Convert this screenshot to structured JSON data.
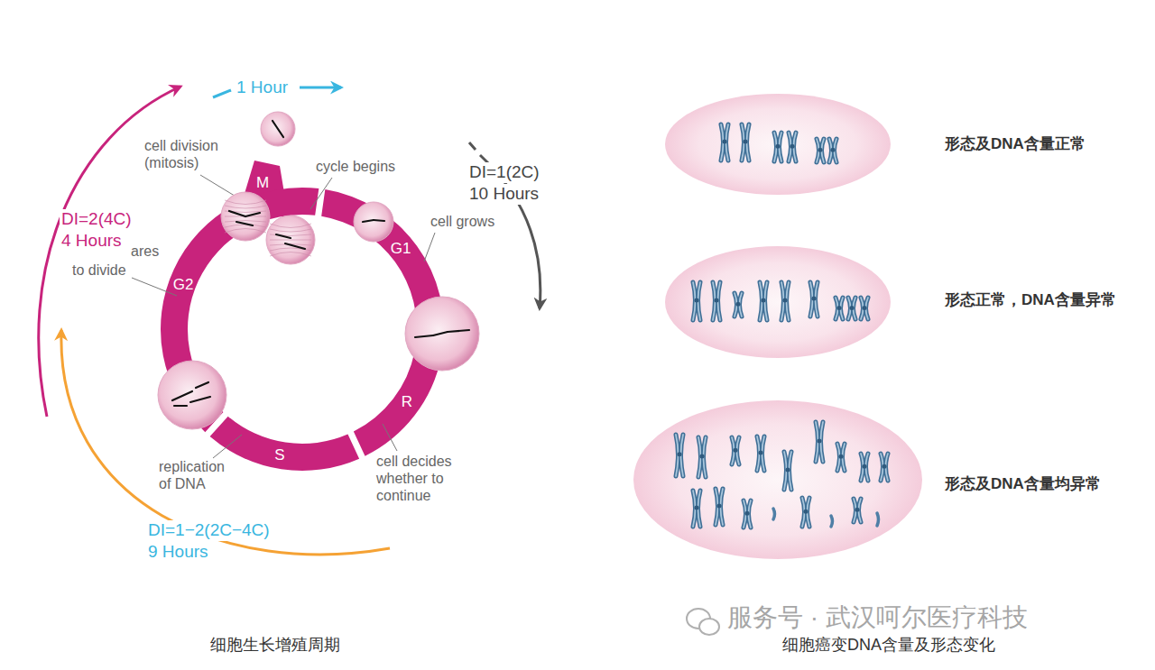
{
  "diagram": {
    "labels": [
      "1 Hour",
      "cell division (mitosis)",
      "cycle begins",
      "M",
      "DI=1(2C)",
      "10 Hours",
      "cell grows",
      "G1",
      "DI=2(4C)",
      "4 Hours",
      "ares",
      "to divide",
      "G2",
      "R",
      "S",
      "replication of DNA",
      "cell decides whether to continue",
      "DI=1−2(2C−4C)",
      "9 Hours",
      "形态及DNA含量正常",
      "形态正常，DNA含量异常",
      "形态及DNA含量均异常",
      "细胞生长增殖周期",
      "细胞癌变DNA含量及形态变化",
      "服务号 · 武汉呵尔医疗科技"
    ]
  }
}
